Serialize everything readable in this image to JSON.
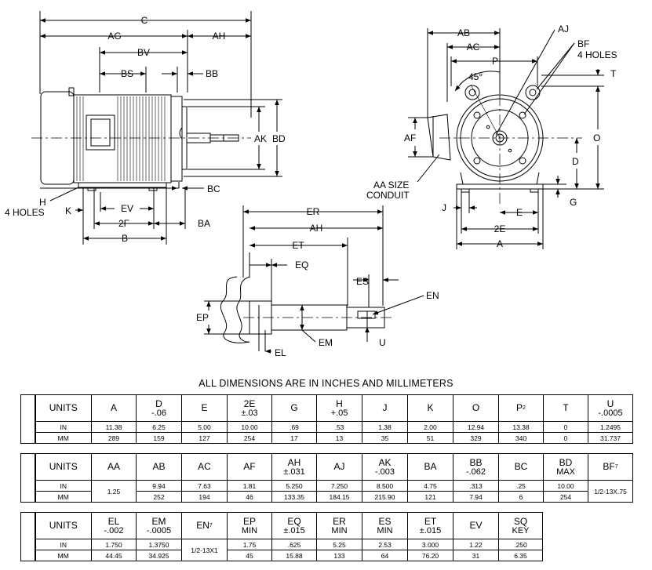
{
  "drawing": {
    "side_view": {
      "labels": [
        "C",
        "AG",
        "AH",
        "BV",
        "BS",
        "BB",
        "AK",
        "BD",
        "BC",
        "H",
        "4 HOLES",
        "K",
        "EV",
        "2F",
        "BA",
        "B"
      ]
    },
    "end_view": {
      "labels": [
        "AB",
        "AC",
        "P",
        "AJ",
        "BF",
        "4 HOLES",
        "45°",
        "T",
        "O",
        "AF",
        "D",
        "AA SIZE",
        "CONDUIT",
        "J",
        "E",
        "G",
        "2E",
        "A"
      ]
    },
    "shaft_view": {
      "labels": [
        "ER",
        "AH",
        "ET",
        "EQ",
        "ES",
        "EN",
        "EP",
        "EL",
        "EM",
        "U"
      ]
    }
  },
  "heading": "ALL DIMENSIONS ARE IN INCHES AND MILLIMETERS",
  "tables": [
    {
      "columns": [
        {
          "label": "UNITS",
          "sub": ""
        },
        {
          "label": "A",
          "sub": ""
        },
        {
          "label": "D",
          "sub": "-.06"
        },
        {
          "label": "E",
          "sub": ""
        },
        {
          "label": "2E",
          "sub": "±.03"
        },
        {
          "label": "G",
          "sub": ""
        },
        {
          "label": "H",
          "sub": "+.05"
        },
        {
          "label": "J",
          "sub": ""
        },
        {
          "label": "K",
          "sub": ""
        },
        {
          "label": "O",
          "sub": ""
        },
        {
          "label": "P",
          "sup": "2",
          "sub": ""
        },
        {
          "label": "T",
          "sub": ""
        },
        {
          "label": "U",
          "sub": "-.0005"
        }
      ],
      "rows": [
        [
          "IN",
          "11.38",
          "6.25",
          "5.00",
          "10.00",
          ".69",
          ".53",
          "1.38",
          "2.00",
          "12.94",
          "13.38",
          "0",
          "1.2495"
        ],
        [
          "MM",
          "289",
          "159",
          "127",
          "254",
          "17",
          "13",
          "35",
          "51",
          "329",
          "340",
          "0",
          "31.737"
        ]
      ]
    },
    {
      "columns": [
        {
          "label": "UNITS",
          "sub": ""
        },
        {
          "label": "AA",
          "sub": ""
        },
        {
          "label": "AB",
          "sub": ""
        },
        {
          "label": "AC",
          "sub": ""
        },
        {
          "label": "AF",
          "sub": ""
        },
        {
          "label": "AH",
          "sub": "±.031"
        },
        {
          "label": "AJ",
          "sub": ""
        },
        {
          "label": "AK",
          "sub": "-.003"
        },
        {
          "label": "BA",
          "sub": ""
        },
        {
          "label": "BB",
          "sub": "-.062"
        },
        {
          "label": "BC",
          "sub": ""
        },
        {
          "label": "BD",
          "sub": "MAX"
        },
        {
          "label": "BF",
          "sup": "7",
          "sub": ""
        }
      ],
      "rows": [
        [
          "IN",
          "1.25",
          "9.94",
          "7.63",
          "1.81",
          "5.250",
          "7.250",
          "8.500",
          "4.75",
          ".313",
          ".25",
          "10.00",
          "1/2-13X.75"
        ],
        [
          "MM",
          "",
          "252",
          "194",
          "46",
          "133.35",
          "184.15",
          "215.90",
          "121",
          "7.94",
          "6",
          "254",
          ""
        ]
      ]
    },
    {
      "columns": [
        {
          "label": "UNITS",
          "sub": ""
        },
        {
          "label": "EL",
          "sub": "-.002"
        },
        {
          "label": "EM",
          "sub": "-.0005"
        },
        {
          "label": "EN",
          "sup": "7",
          "sub": ""
        },
        {
          "label": "EP",
          "sub": "MIN"
        },
        {
          "label": "EQ",
          "sub": "±.015"
        },
        {
          "label": "ER",
          "sub": "MIN"
        },
        {
          "label": "ES",
          "sub": "MIN"
        },
        {
          "label": "ET",
          "sub": "±.015"
        },
        {
          "label": "EV",
          "sub": ""
        },
        {
          "label": "SQ",
          "sub": "KEY"
        }
      ],
      "rows": [
        [
          "IN",
          "1.750",
          "1.3750",
          "1/2-13X1",
          "1.75",
          ".625",
          "5.25",
          "2.53",
          "3.000",
          "1.22",
          ".250"
        ],
        [
          "MM",
          "44.45",
          "34.925",
          "",
          "45",
          "15.88",
          "133",
          "64",
          "76.20",
          "31",
          "6.35"
        ]
      ]
    }
  ]
}
